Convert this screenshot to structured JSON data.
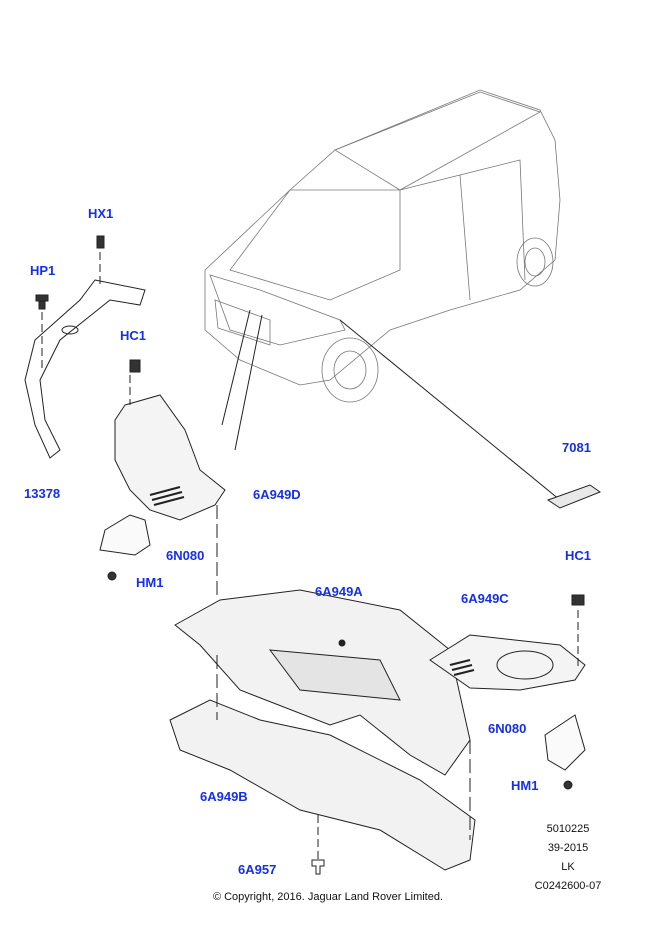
{
  "callouts": {
    "hx1": "HX1",
    "hp1": "HP1",
    "hc1_left": "HC1",
    "p13378": "13378",
    "p6a949d": "6A949D",
    "p6n080_left": "6N080",
    "hm1_left": "HM1",
    "p7081": "7081",
    "p6a949a": "6A949A",
    "p6a949c": "6A949C",
    "hc1_right": "HC1",
    "p6n080_right": "6N080",
    "hm1_right": "HM1",
    "p6a949b": "6A949B",
    "p6a957": "6A957"
  },
  "reference": {
    "number": "5010225",
    "week": "39-2015",
    "code": "LK",
    "illustration": "C0242600-07"
  },
  "copyright": "© Copyright, 2016. Jaguar Land Rover Limited.",
  "colors": {
    "callout": "#1530e8",
    "line": "#111111"
  }
}
